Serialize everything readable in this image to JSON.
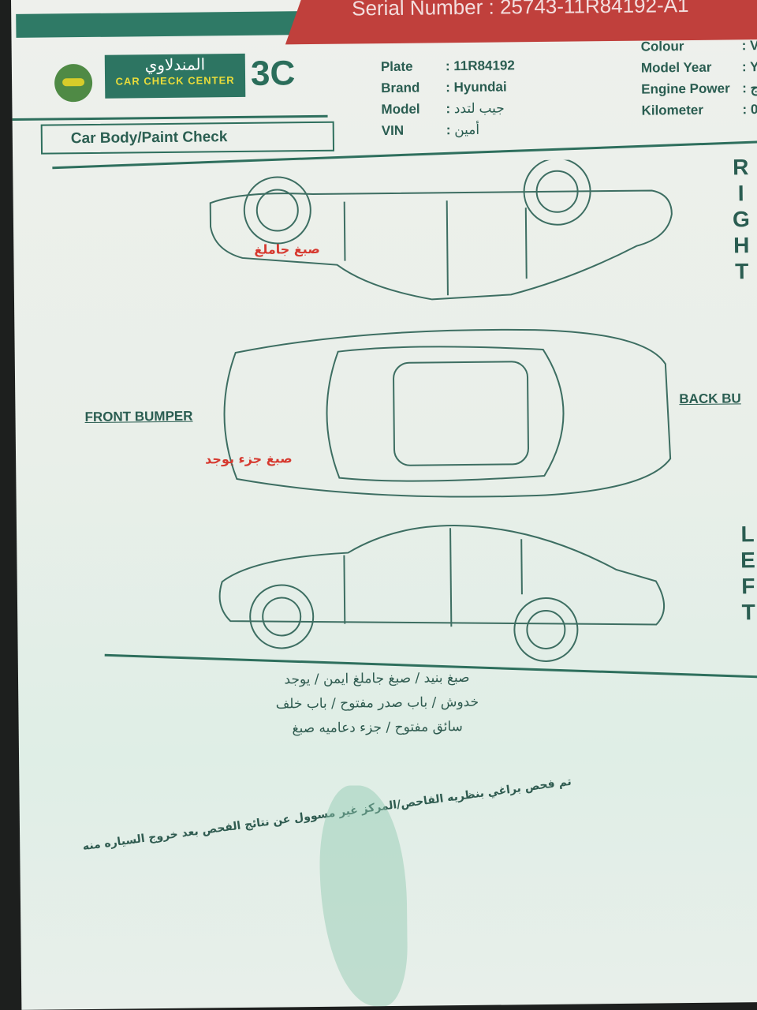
{
  "header": {
    "serial_label": "Serial Number :",
    "serial_value": "25743-11R84192-A1",
    "logo": {
      "arabic": "المندلاوي",
      "english": "CAR CHECK CENTER",
      "mark": "3C"
    },
    "section_title": "Car Body/Paint Check"
  },
  "vehicle": {
    "left_fields": [
      {
        "label": "Plate",
        "value": "11R84192"
      },
      {
        "label": "Brand",
        "value": "Hyundai"
      },
      {
        "label": "Model",
        "value": "جيب لتدد"
      },
      {
        "label": "VIN",
        "value": "أمين"
      }
    ],
    "right_fields": [
      {
        "label": "Colour",
        "value": "V"
      },
      {
        "label": "Model Year",
        "value": "Y"
      },
      {
        "label": "Engine Power",
        "value": "ج"
      },
      {
        "label": "Kilometer",
        "value": "0"
      }
    ]
  },
  "diagram": {
    "right_label": "RIGHT",
    "left_label": "LEFT",
    "front_label": "FRONT BUMPER",
    "back_label": "BACK BU",
    "annotations": [
      "صبغ جاملغ",
      "صبغ جزء يوجد"
    ],
    "annotation_color": "#d6392f"
  },
  "notes": {
    "lines": [
      "صبغ بنيد / صبغ جاملغ ايمن / يوجد",
      "خدوش / باب صدر مفتوح / باب خلف",
      "سائق مفتوح / جزء دعاميه صبغ"
    ],
    "disclaimer_1": "تم فحص براغي بنظريه الفاحص/المركز غير مسوول عن نتائج الفحص بعد خروج السياره منه"
  },
  "colors": {
    "brand_green": "#2e6f5d",
    "banner_red": "#c0403c"
  }
}
